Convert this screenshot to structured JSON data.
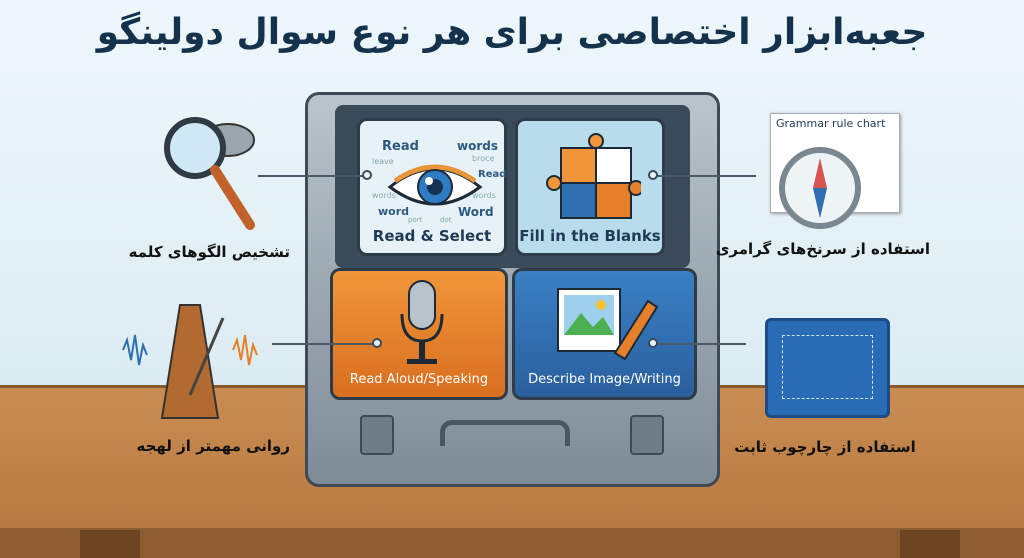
{
  "title": "جعبه‌ابزار اختصاصی برای هر نوع سوال دولینگو",
  "panels": {
    "read_select": {
      "label": "Read & Select",
      "words": [
        "Read",
        "words",
        "leave",
        "broce",
        "Read",
        "words",
        "words",
        "word",
        "Word",
        "port",
        "dot"
      ]
    },
    "fill_blanks": {
      "label": "Fill in the Blanks"
    },
    "read_aloud": {
      "label": "Read Aloud/Speaking"
    },
    "describe_image": {
      "label": "Describe Image/Writing"
    }
  },
  "callouts": {
    "word_patterns": "تشخیص الگوهای کلمه",
    "fluency": "روانی مهمتر از لهجه",
    "grammar_clues": "استفاده از سرنخ‌های گرامری",
    "fixed_framework": "استفاده از چارچوب ثابت",
    "grammar_chart_label": "Grammar rule chart"
  },
  "colors": {
    "title": "#15324d",
    "orange": "#e57f2a",
    "blue": "#2f6fb0",
    "wood": "#c98c52"
  }
}
